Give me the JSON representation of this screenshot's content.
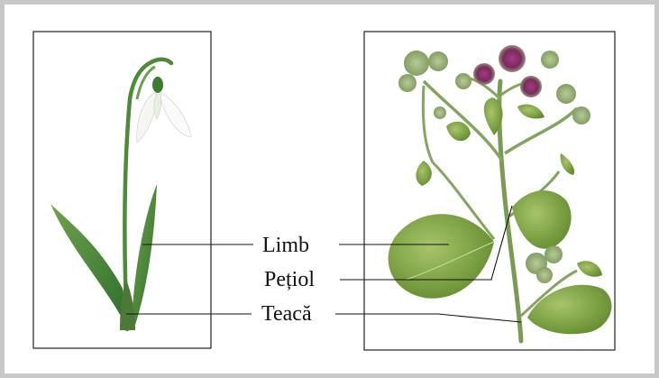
{
  "labels": {
    "limb": "Limb",
    "petiol": "Pețiol",
    "teaca": "Teacă"
  },
  "colors": {
    "border": "#c8c8c8",
    "leaf": "#7fa046",
    "stem": "#7a9a52",
    "petal": "#f4f4f4",
    "flower_bud": "#8e2f6e"
  }
}
